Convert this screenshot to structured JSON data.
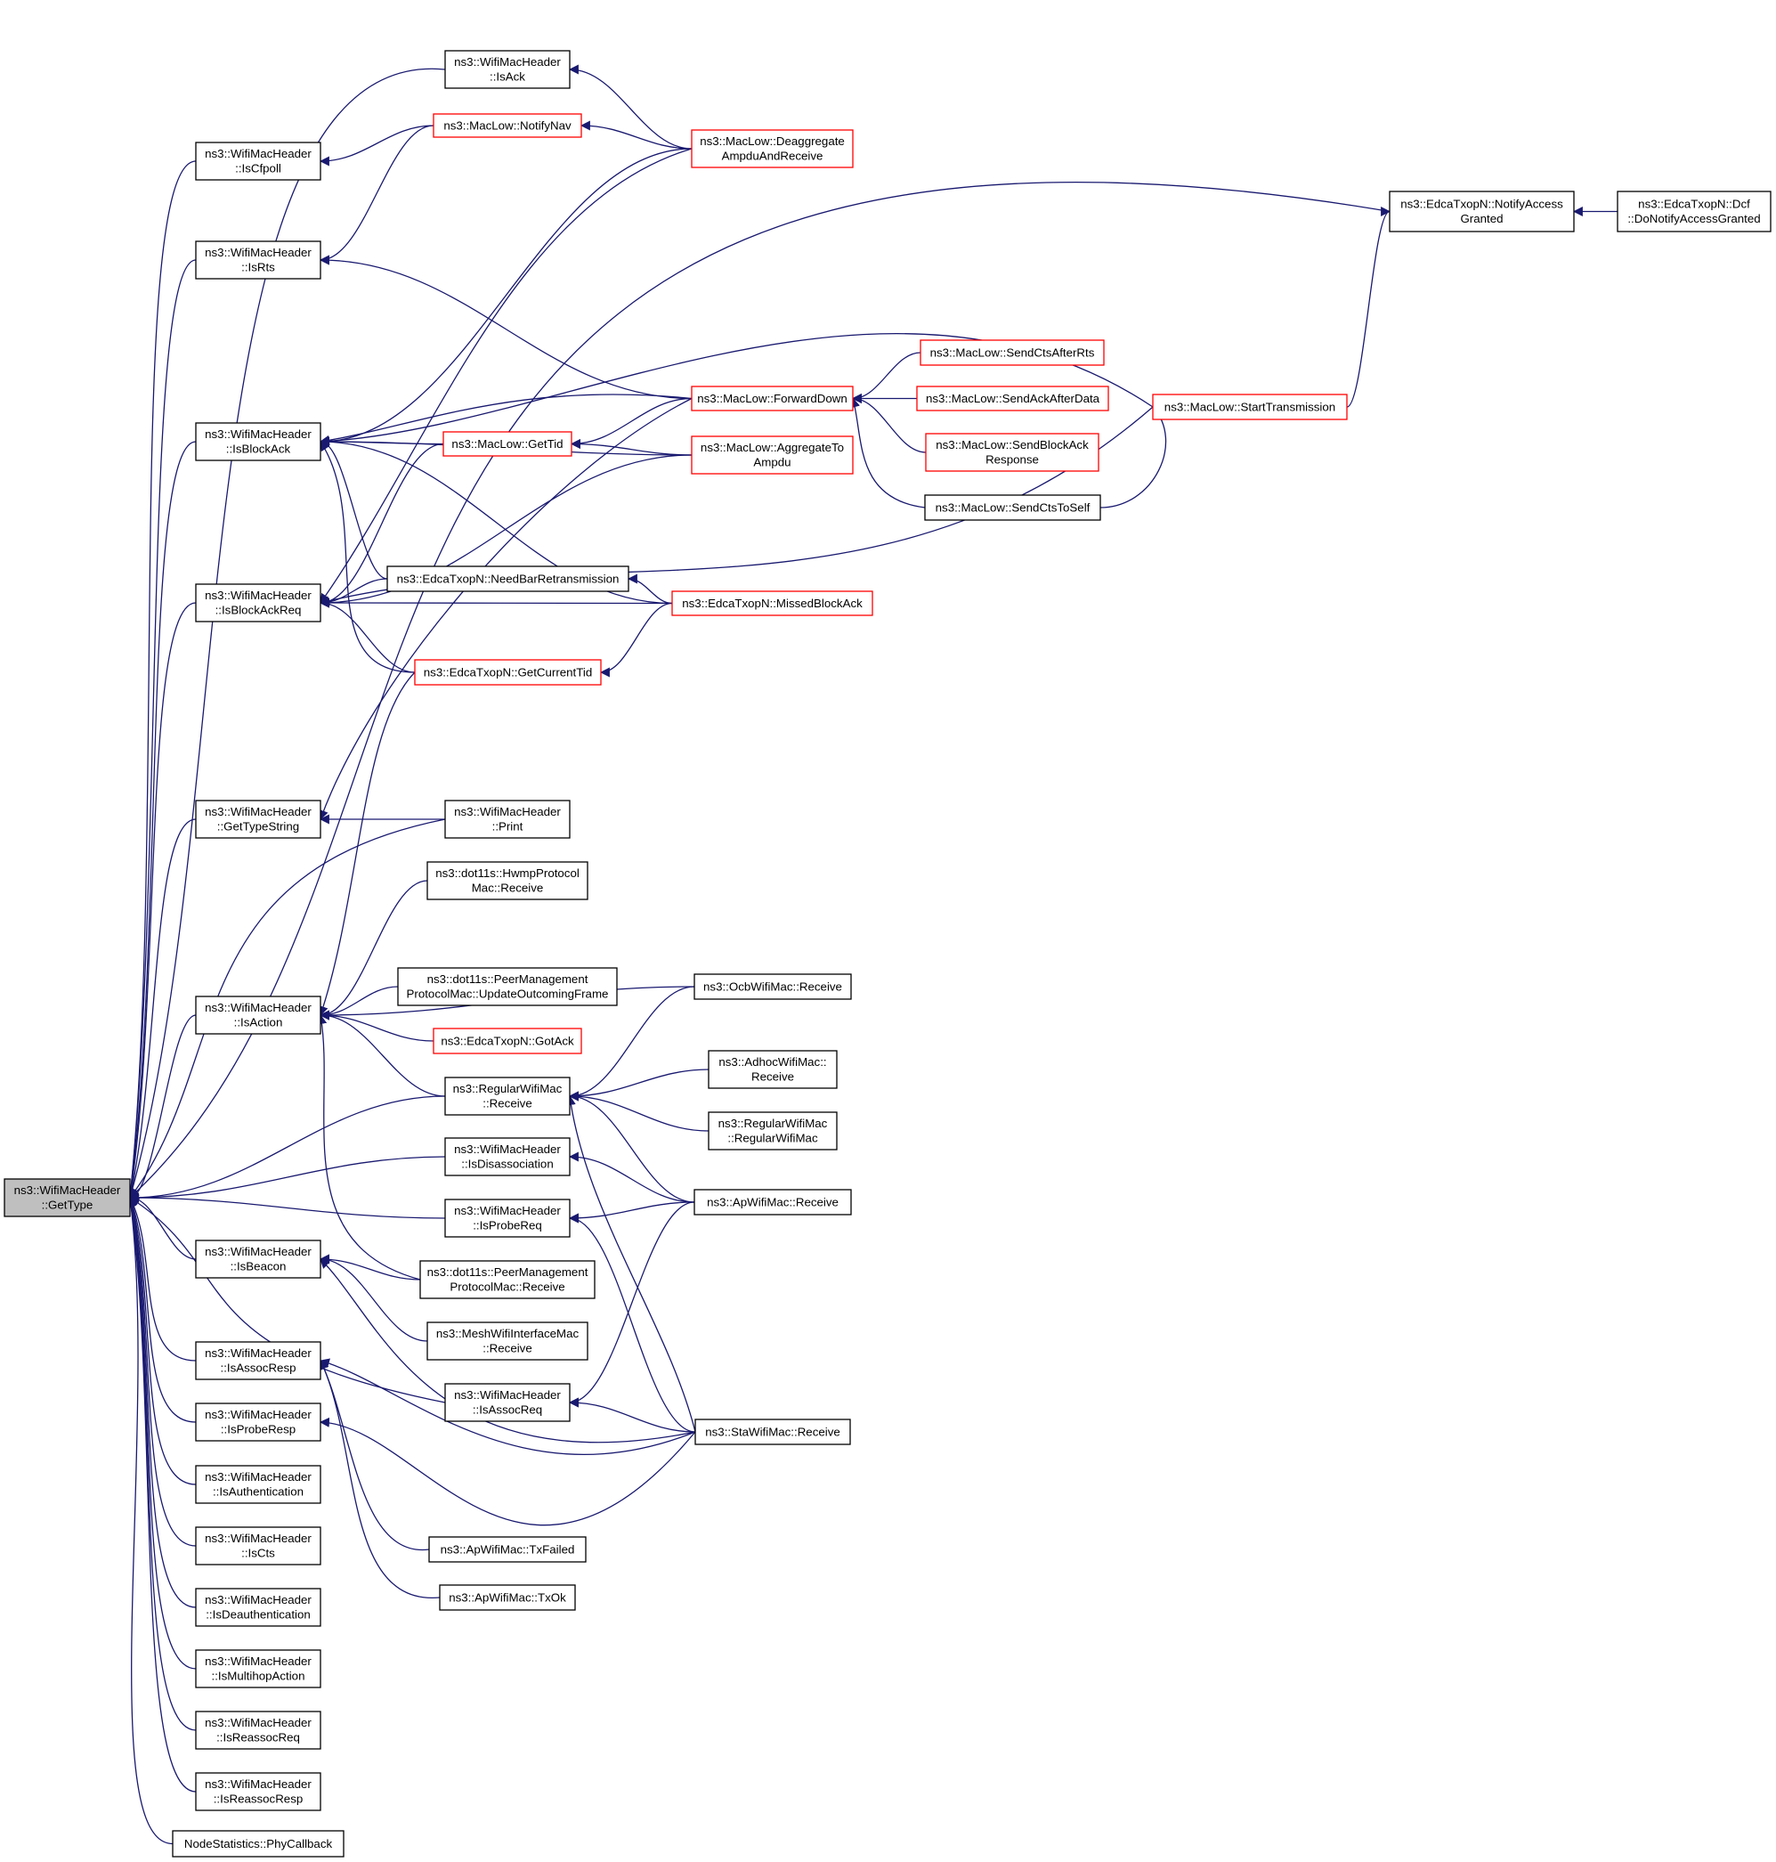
{
  "graph": {
    "colors": {
      "edge": "#191970",
      "node_border": "#000000",
      "node_border_truncated": "#ff0000",
      "root_fill": "#bfbfbf"
    },
    "nodes": [
      {
        "id": "gettype",
        "lines": [
          "ns3::WifiMacHeader",
          "::GetType"
        ],
        "style": "root"
      },
      {
        "id": "isack",
        "lines": [
          "ns3::WifiMacHeader",
          "::IsAck"
        ],
        "style": "normal"
      },
      {
        "id": "iscfpoll",
        "lines": [
          "ns3::WifiMacHeader",
          "::IsCfpoll"
        ],
        "style": "normal"
      },
      {
        "id": "isrts",
        "lines": [
          "ns3::WifiMacHeader",
          "::IsRts"
        ],
        "style": "normal"
      },
      {
        "id": "isblockack",
        "lines": [
          "ns3::WifiMacHeader",
          "::IsBlockAck"
        ],
        "style": "normal"
      },
      {
        "id": "isblockackreq",
        "lines": [
          "ns3::WifiMacHeader",
          "::IsBlockAckReq"
        ],
        "style": "normal"
      },
      {
        "id": "gettypestring",
        "lines": [
          "ns3::WifiMacHeader",
          "::GetTypeString"
        ],
        "style": "normal"
      },
      {
        "id": "isaction",
        "lines": [
          "ns3::WifiMacHeader",
          "::IsAction"
        ],
        "style": "normal"
      },
      {
        "id": "isbeacon",
        "lines": [
          "ns3::WifiMacHeader",
          "::IsBeacon"
        ],
        "style": "normal"
      },
      {
        "id": "isassocresp",
        "lines": [
          "ns3::WifiMacHeader",
          "::IsAssocResp"
        ],
        "style": "normal"
      },
      {
        "id": "isproberesp",
        "lines": [
          "ns3::WifiMacHeader",
          "::IsProbeResp"
        ],
        "style": "normal"
      },
      {
        "id": "isauthentication",
        "lines": [
          "ns3::WifiMacHeader",
          "::IsAuthentication"
        ],
        "style": "normal"
      },
      {
        "id": "iscts",
        "lines": [
          "ns3::WifiMacHeader",
          "::IsCts"
        ],
        "style": "normal"
      },
      {
        "id": "isdeauthentication",
        "lines": [
          "ns3::WifiMacHeader",
          "::IsDeauthentication"
        ],
        "style": "normal"
      },
      {
        "id": "ismultihopaction",
        "lines": [
          "ns3::WifiMacHeader",
          "::IsMultihopAction"
        ],
        "style": "normal"
      },
      {
        "id": "isreassocreq",
        "lines": [
          "ns3::WifiMacHeader",
          "::IsReassocReq"
        ],
        "style": "normal"
      },
      {
        "id": "isreassocresp",
        "lines": [
          "ns3::WifiMacHeader",
          "::IsReassocResp"
        ],
        "style": "normal"
      },
      {
        "id": "phycallback",
        "lines": [
          "NodeStatistics::PhyCallback"
        ],
        "style": "normal"
      },
      {
        "id": "notifynav",
        "lines": [
          "ns3::MacLow::NotifyNav"
        ],
        "style": "red"
      },
      {
        "id": "gettid",
        "lines": [
          "ns3::MacLow::GetTid"
        ],
        "style": "red"
      },
      {
        "id": "needbar",
        "lines": [
          "ns3::EdcaTxopN::NeedBarRetransmission"
        ],
        "style": "normal"
      },
      {
        "id": "getcurrenttid",
        "lines": [
          "ns3::EdcaTxopN::GetCurrentTid"
        ],
        "style": "red"
      },
      {
        "id": "print",
        "lines": [
          "ns3::WifiMacHeader",
          "::Print"
        ],
        "style": "normal"
      },
      {
        "id": "hwmp",
        "lines": [
          "ns3::dot11s::HwmpProtocol",
          "Mac::Receive"
        ],
        "style": "normal"
      },
      {
        "id": "pmpupdate",
        "lines": [
          "ns3::dot11s::PeerManagement",
          "ProtocolMac::UpdateOutcomingFrame"
        ],
        "style": "normal"
      },
      {
        "id": "gotack",
        "lines": [
          "ns3::EdcaTxopN::GotAck"
        ],
        "style": "red"
      },
      {
        "id": "regularreceive",
        "lines": [
          "ns3::RegularWifiMac",
          "::Receive"
        ],
        "style": "normal"
      },
      {
        "id": "isdisassociation",
        "lines": [
          "ns3::WifiMacHeader",
          "::IsDisassociation"
        ],
        "style": "normal"
      },
      {
        "id": "isprobereq",
        "lines": [
          "ns3::WifiMacHeader",
          "::IsProbeReq"
        ],
        "style": "normal"
      },
      {
        "id": "pmpreceive",
        "lines": [
          "ns3::dot11s::PeerManagement",
          "ProtocolMac::Receive"
        ],
        "style": "normal"
      },
      {
        "id": "meshreceive",
        "lines": [
          "ns3::MeshWifiInterfaceMac",
          "::Receive"
        ],
        "style": "normal"
      },
      {
        "id": "isassocreq",
        "lines": [
          "ns3::WifiMacHeader",
          "::IsAssocReq"
        ],
        "style": "normal"
      },
      {
        "id": "txfailed",
        "lines": [
          "ns3::ApWifiMac::TxFailed"
        ],
        "style": "normal"
      },
      {
        "id": "txok",
        "lines": [
          "ns3::ApWifiMac::TxOk"
        ],
        "style": "normal"
      },
      {
        "id": "deaggregate",
        "lines": [
          "ns3::MacLow::Deaggregate",
          "AmpduAndReceive"
        ],
        "style": "red"
      },
      {
        "id": "forwarddown",
        "lines": [
          "ns3::MacLow::ForwardDown"
        ],
        "style": "red"
      },
      {
        "id": "aggregateto",
        "lines": [
          "ns3::MacLow::AggregateTo",
          "Ampdu"
        ],
        "style": "red"
      },
      {
        "id": "missedblockack",
        "lines": [
          "ns3::EdcaTxopN::MissedBlockAck"
        ],
        "style": "red"
      },
      {
        "id": "ocbreceive",
        "lines": [
          "ns3::OcbWifiMac::Receive"
        ],
        "style": "normal"
      },
      {
        "id": "adhocreceive",
        "lines": [
          "ns3::AdhocWifiMac::",
          "Receive"
        ],
        "style": "normal"
      },
      {
        "id": "regularctor",
        "lines": [
          "ns3::RegularWifiMac",
          "::RegularWifiMac"
        ],
        "style": "normal"
      },
      {
        "id": "apreceive",
        "lines": [
          "ns3::ApWifiMac::Receive"
        ],
        "style": "normal"
      },
      {
        "id": "stareceive",
        "lines": [
          "ns3::StaWifiMac::Receive"
        ],
        "style": "normal"
      },
      {
        "id": "sendctsafterrts",
        "lines": [
          "ns3::MacLow::SendCtsAfterRts"
        ],
        "style": "red"
      },
      {
        "id": "sendackafterdata",
        "lines": [
          "ns3::MacLow::SendAckAfterData"
        ],
        "style": "red"
      },
      {
        "id": "sendblockackresp",
        "lines": [
          "ns3::MacLow::SendBlockAck",
          "Response"
        ],
        "style": "red"
      },
      {
        "id": "sendctstoself",
        "lines": [
          "ns3::MacLow::SendCtsToSelf"
        ],
        "style": "normal"
      },
      {
        "id": "starttransmission",
        "lines": [
          "ns3::MacLow::StartTransmission"
        ],
        "style": "red"
      },
      {
        "id": "notifyaccessgranted",
        "lines": [
          "ns3::EdcaTxopN::NotifyAccess",
          "Granted"
        ],
        "style": "normal"
      },
      {
        "id": "donotifyaccessgranted",
        "lines": [
          "ns3::EdcaTxopN::Dcf",
          "::DoNotifyAccessGranted"
        ],
        "style": "normal"
      }
    ],
    "edges": [
      {
        "from": "isack",
        "to": "gettype"
      },
      {
        "from": "iscfpoll",
        "to": "gettype"
      },
      {
        "from": "isrts",
        "to": "gettype"
      },
      {
        "from": "isblockack",
        "to": "gettype"
      },
      {
        "from": "isblockackreq",
        "to": "gettype"
      },
      {
        "from": "gettypestring",
        "to": "gettype"
      },
      {
        "from": "isaction",
        "to": "gettype"
      },
      {
        "from": "isbeacon",
        "to": "gettype"
      },
      {
        "from": "isassocresp",
        "to": "gettype"
      },
      {
        "from": "isproberesp",
        "to": "gettype"
      },
      {
        "from": "isauthentication",
        "to": "gettype"
      },
      {
        "from": "iscts",
        "to": "gettype"
      },
      {
        "from": "isdeauthentication",
        "to": "gettype"
      },
      {
        "from": "ismultihopaction",
        "to": "gettype"
      },
      {
        "from": "isreassocreq",
        "to": "gettype"
      },
      {
        "from": "isreassocresp",
        "to": "gettype"
      },
      {
        "from": "phycallback",
        "to": "gettype"
      },
      {
        "from": "notifyaccessgranted",
        "to": "gettype"
      },
      {
        "from": "print",
        "to": "gettype"
      },
      {
        "from": "regularreceive",
        "to": "gettype"
      },
      {
        "from": "isdisassociation",
        "to": "gettype"
      },
      {
        "from": "isprobereq",
        "to": "gettype"
      },
      {
        "from": "isassocreq",
        "to": "gettype"
      },
      {
        "from": "deaggregate",
        "to": "isack"
      },
      {
        "from": "notifynav",
        "to": "iscfpoll"
      },
      {
        "from": "notifynav",
        "to": "isrts"
      },
      {
        "from": "forwarddown",
        "to": "isrts"
      },
      {
        "from": "deaggregate",
        "to": "notifynav"
      },
      {
        "from": "deaggregate",
        "to": "isblockack"
      },
      {
        "from": "forwarddown",
        "to": "isblockack"
      },
      {
        "from": "gettid",
        "to": "isblockack"
      },
      {
        "from": "aggregateto",
        "to": "isblockack"
      },
      {
        "from": "needbar",
        "to": "isblockack"
      },
      {
        "from": "missedblockack",
        "to": "isblockack"
      },
      {
        "from": "getcurrenttid",
        "to": "isblockack"
      },
      {
        "from": "starttransmission",
        "to": "isblockack"
      },
      {
        "from": "deaggregate",
        "to": "isblockackreq"
      },
      {
        "from": "gettid",
        "to": "isblockackreq"
      },
      {
        "from": "aggregateto",
        "to": "isblockackreq"
      },
      {
        "from": "needbar",
        "to": "isblockackreq"
      },
      {
        "from": "missedblockack",
        "to": "isblockackreq"
      },
      {
        "from": "getcurrenttid",
        "to": "isblockackreq"
      },
      {
        "from": "starttransmission",
        "to": "isblockackreq"
      },
      {
        "from": "forwarddown",
        "to": "gettid"
      },
      {
        "from": "aggregateto",
        "to": "gettid"
      },
      {
        "from": "missedblockack",
        "to": "needbar"
      },
      {
        "from": "missedblockack",
        "to": "getcurrenttid"
      },
      {
        "from": "print",
        "to": "gettypestring"
      },
      {
        "from": "forwarddown",
        "to": "gettypestring"
      },
      {
        "from": "getcurrenttid",
        "to": "isaction"
      },
      {
        "from": "hwmp",
        "to": "isaction"
      },
      {
        "from": "ocbreceive",
        "to": "isaction"
      },
      {
        "from": "pmpupdate",
        "to": "isaction"
      },
      {
        "from": "gotack",
        "to": "isaction"
      },
      {
        "from": "regularreceive",
        "to": "isaction"
      },
      {
        "from": "pmpreceive",
        "to": "isaction"
      },
      {
        "from": "ocbreceive",
        "to": "regularreceive"
      },
      {
        "from": "adhocreceive",
        "to": "regularreceive"
      },
      {
        "from": "regularctor",
        "to": "regularreceive"
      },
      {
        "from": "apreceive",
        "to": "regularreceive"
      },
      {
        "from": "stareceive",
        "to": "regularreceive"
      },
      {
        "from": "apreceive",
        "to": "isdisassociation"
      },
      {
        "from": "apreceive",
        "to": "isprobereq"
      },
      {
        "from": "stareceive",
        "to": "isprobereq"
      },
      {
        "from": "pmpreceive",
        "to": "isbeacon"
      },
      {
        "from": "meshreceive",
        "to": "isbeacon"
      },
      {
        "from": "stareceive",
        "to": "isbeacon"
      },
      {
        "from": "apreceive",
        "to": "isassocreq"
      },
      {
        "from": "stareceive",
        "to": "isassocreq"
      },
      {
        "from": "stareceive",
        "to": "isassocresp"
      },
      {
        "from": "txfailed",
        "to": "isassocresp"
      },
      {
        "from": "txok",
        "to": "isassocresp"
      },
      {
        "from": "stareceive",
        "to": "isproberesp"
      },
      {
        "from": "sendctsafterrts",
        "to": "forwarddown"
      },
      {
        "from": "sendackafterdata",
        "to": "forwarddown"
      },
      {
        "from": "sendblockackresp",
        "to": "forwarddown"
      },
      {
        "from": "sendctstoself",
        "to": "forwarddown"
      },
      {
        "from": "sendctstoself",
        "to": "starttransmission"
      },
      {
        "from": "starttransmission",
        "to": "notifyaccessgranted"
      },
      {
        "from": "donotifyaccessgranted",
        "to": "notifyaccessgranted"
      }
    ]
  }
}
